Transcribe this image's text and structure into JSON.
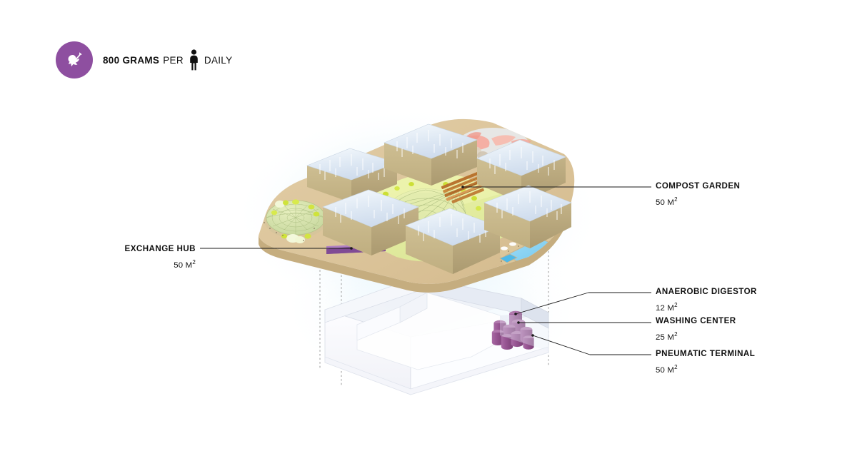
{
  "header": {
    "badge_icon": "compost-waste-icon",
    "badge_color": "#8e4fa0",
    "amount_bold": "800 GRAMS",
    "connector": "PER",
    "person_icon": "person-pictogram-icon",
    "frequency": "DAILY"
  },
  "scene": {
    "name": "isometric-waste-district-diagram",
    "upper_level": {
      "name": "ground-platform",
      "deck_color": "#dbc298",
      "lawn_color": "#e4ec9a",
      "blocks": 6,
      "block_top_color": "#e9f0f8",
      "block_side_color": "#cbbb8e",
      "features": [
        "greenhouse-dome",
        "central-dome",
        "compost-beds",
        "swimming-pools",
        "exchange-hub-strip"
      ]
    },
    "lower_level": {
      "name": "underground-service-level",
      "shell_color": "#fbfcfe",
      "tank_color": "#94528f",
      "tank_count": 9
    },
    "guide_lines": 3,
    "glow_color": "#e6f4fb"
  },
  "callouts": [
    {
      "id": "compost",
      "title": "COMPOST GARDEN",
      "area": "50 M",
      "unit": "2",
      "side": "right"
    },
    {
      "id": "exchange",
      "title": "EXCHANGE HUB",
      "area": "50 M",
      "unit": "2",
      "side": "left"
    },
    {
      "id": "anaerobic",
      "title": "ANAEROBIC DIGESTOR",
      "area": "12 M",
      "unit": "2",
      "side": "right"
    },
    {
      "id": "washing",
      "title": "WASHING CENTER",
      "area": "25 M",
      "unit": "2",
      "side": "right"
    },
    {
      "id": "pneumatic",
      "title": "PNEUMATIC TERMINAL",
      "area": "50 M",
      "unit": "2",
      "side": "right"
    }
  ],
  "colors": {
    "leader_line": "#1a1a1a",
    "guide_line": "#8a8a8a",
    "text": "#111111"
  }
}
